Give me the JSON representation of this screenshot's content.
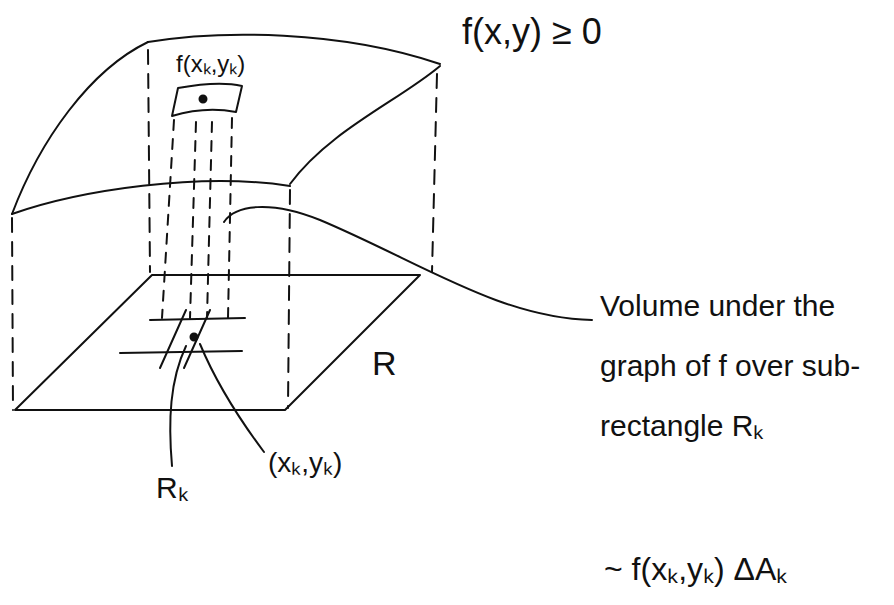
{
  "diagram": {
    "labels": [
      "f(x,y) ≥ 0",
      "f(xₖ,yₖ)",
      "R",
      "Rₖ",
      "(xₖ,yₖ)",
      "Volume under the graph of f over sub-rectangle Rₖ",
      "~ f(xₖ,yₖ) ΔAₖ"
    ]
  }
}
